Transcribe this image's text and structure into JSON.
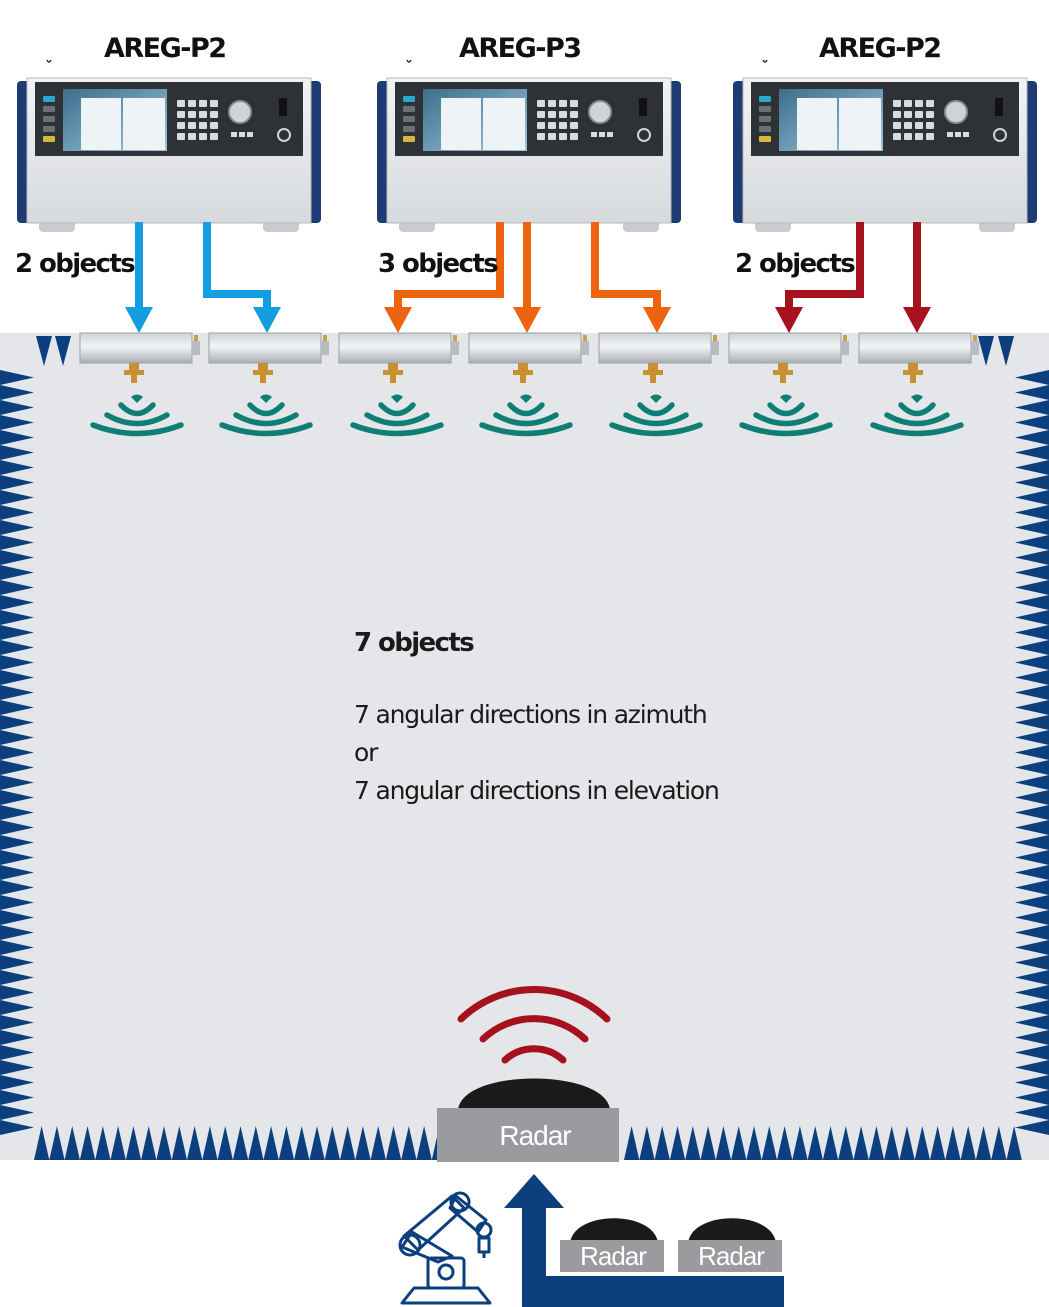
{
  "instruments": [
    {
      "name": "AREG-P2",
      "objects_label": "2 objects",
      "color": "#129ee0"
    },
    {
      "name": "AREG-P3",
      "objects_label": "3 objects",
      "color": "#ee6310"
    },
    {
      "name": "AREG-P2",
      "objects_label": "2 objects",
      "color": "#a5121e"
    }
  ],
  "summary": {
    "heading": "7 objects",
    "line1": "7 angular directions in azimuth",
    "line2": "or",
    "line3": "7 angular directions in elevation"
  },
  "radar": {
    "main_label": "Radar",
    "small_labels": [
      "Radar",
      "Radar"
    ]
  },
  "colors": {
    "chamber_bg": "#e4e6e9",
    "absorber": "#0b3f7e",
    "wave": "#0f7e74",
    "radar_wave": "#a5121e",
    "radar_box": "#999b9e"
  },
  "icons": [
    "signal-generator-icon",
    "antenna-frontend-icon",
    "wireless-wave-icon",
    "radar-sensor-icon",
    "robot-arm-icon",
    "up-arrow-icon"
  ]
}
